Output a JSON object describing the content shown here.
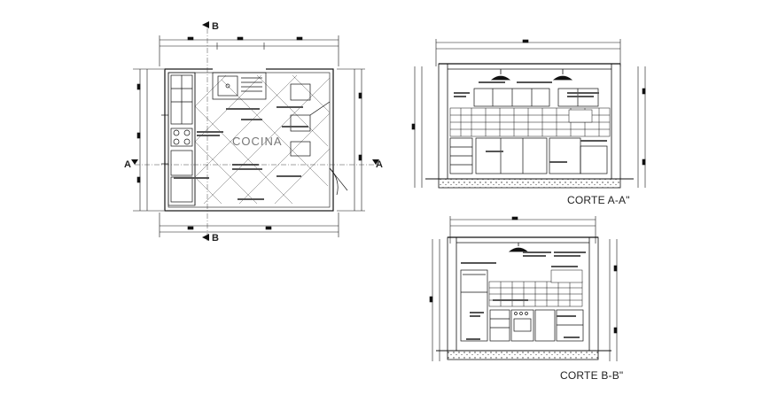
{
  "plan": {
    "room_name": "COCINA",
    "section_marks": {
      "a_left": "A",
      "a_right": "A",
      "b_top": "B",
      "b_bottom": "B"
    }
  },
  "section_a": {
    "title": "CORTE A-A\""
  },
  "section_b": {
    "title": "CORTE B-B\""
  },
  "colors": {
    "line": "#111111",
    "grey": "#8a8a8a",
    "background": "#ffffff"
  }
}
